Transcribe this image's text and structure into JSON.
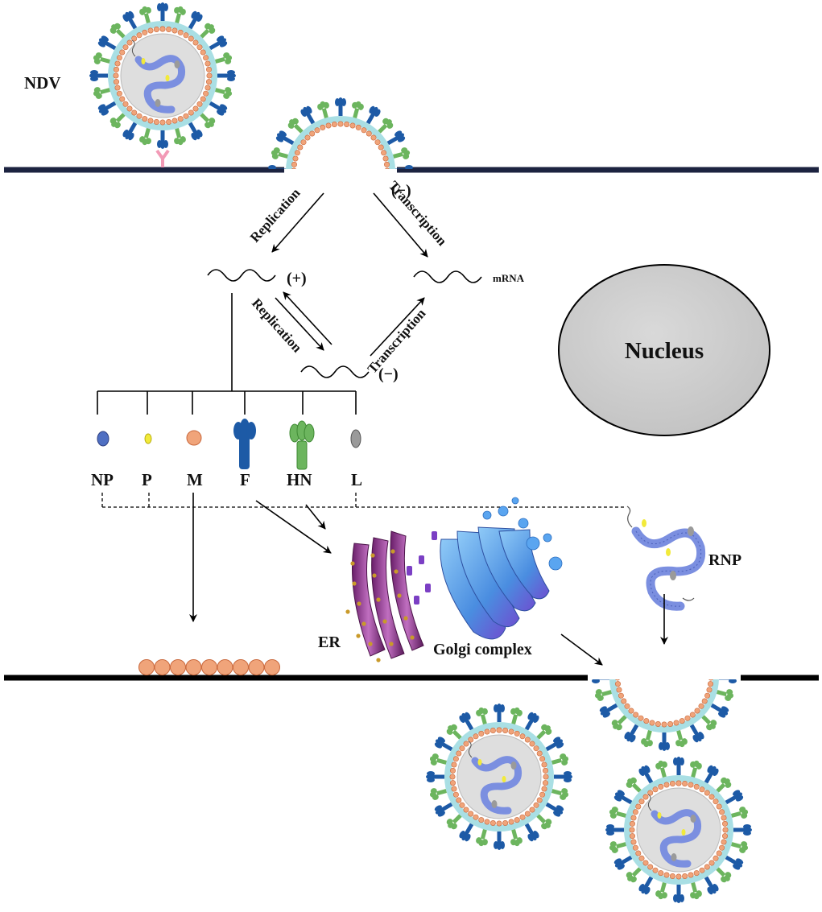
{
  "labels": {
    "ndv": "NDV",
    "nucleus": "Nucleus",
    "replication_top": "Replication",
    "transcription_top": "Transcription",
    "replication_mid": "Replication",
    "transcription_mid": "Transcription",
    "plus_strand": "(+)",
    "minus_strand_top": "(−)",
    "minus_strand_mid": "(−)",
    "mrna": "mRNA",
    "er": "ER",
    "golgi": "Golgi complex",
    "rnp": "RNP"
  },
  "proteins": [
    {
      "key": "np",
      "label": "NP"
    },
    {
      "key": "p",
      "label": "P"
    },
    {
      "key": "m",
      "label": "M"
    },
    {
      "key": "f",
      "label": "F"
    },
    {
      "key": "hn",
      "label": "HN"
    },
    {
      "key": "l",
      "label": "L"
    }
  ],
  "colors": {
    "membrane_top": "#1c2340",
    "membrane_bottom": "#000000",
    "matrix_orange": "#f0a47a",
    "matrix_stroke": "#c9683c",
    "envelope_cyan": "#a9dfe4",
    "f_blue": "#1d5aa6",
    "hn_green": "#6cb55e",
    "np_blue": "#4f6fc2",
    "p_yellow": "#f2ea3a",
    "l_grey": "#9a9a9a",
    "nucleus_fill": "#cfcfcf",
    "receptor_pink": "#f29ab6",
    "rnp_blue": "#7b8fe0",
    "er_purple": "#8e3a8a",
    "golgi_blue": "#5aa5f0"
  }
}
